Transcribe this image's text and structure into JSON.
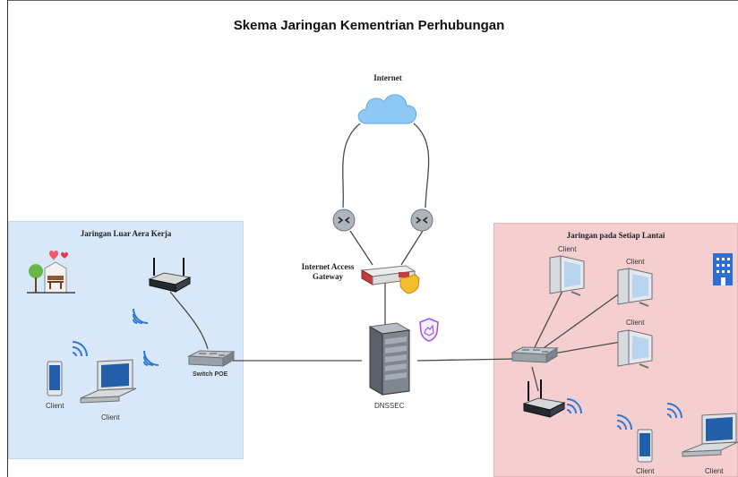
{
  "title": "Skema Jaringan Kementrian Perhubungan",
  "labels": {
    "internet": "Internet",
    "gateway_line1": "Internet Access",
    "gateway_line2": "Gateway",
    "dnssec": "DNSSEC",
    "switch_poe": "Switch POE",
    "client": "Client"
  },
  "zones": {
    "left_title": "Jaringan Luar Aera Kerja",
    "right_title": "Jaringan pada Setiap Lantai"
  },
  "colors": {
    "left_zone": "#d9e8f8",
    "right_zone": "#f5cfd0",
    "cloud": "#8ec9f3",
    "wifi": "#2f78d3",
    "link": "#4a4a4a"
  },
  "icons": [
    "cloud-icon",
    "router-icon",
    "firewall-icon",
    "server-rack-icon",
    "shield-icon",
    "switch-icon",
    "wireless-access-point-icon",
    "wifi-icon",
    "tablet-icon",
    "laptop-icon",
    "desktop-computer-icon",
    "building-icon",
    "park-icon"
  ]
}
